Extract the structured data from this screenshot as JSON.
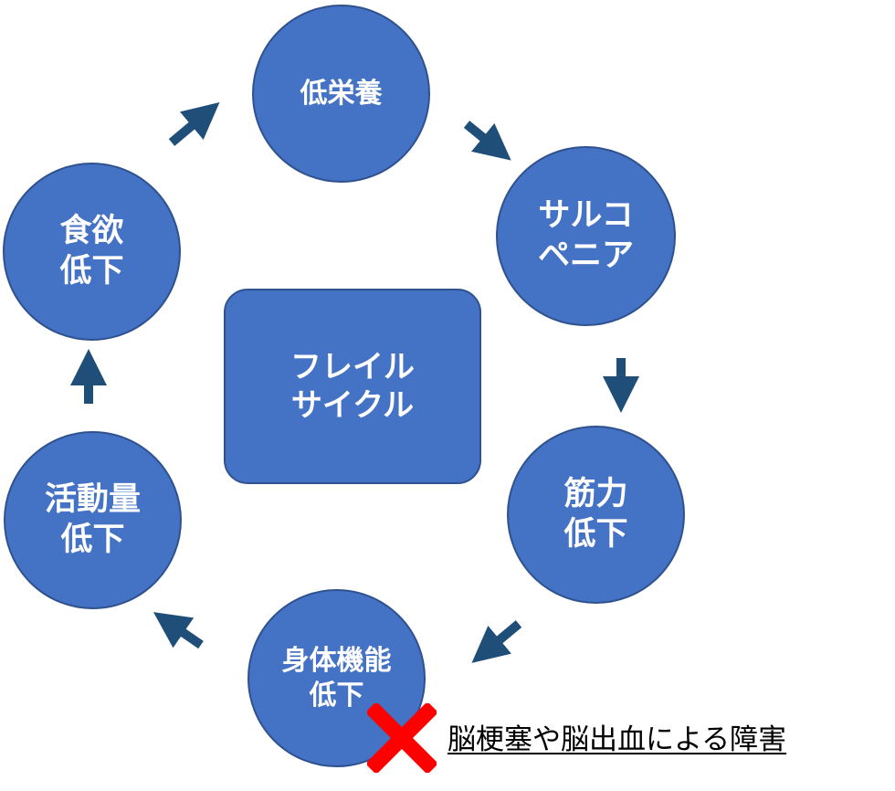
{
  "center": {
    "label": "フレイル\nサイクル"
  },
  "nodes": {
    "low_nutrition": "低栄養",
    "sarcopenia": "サルコ\nペニア",
    "muscle_decline": "筋力\n低下",
    "physical_function_decline": "身体機能\n低下",
    "activity_decline": "活動量\n低下",
    "appetite_decline": "食欲\n低下"
  },
  "note": {
    "text": "脳梗塞や脳出血による障害",
    "marker": "cross-mark-icon"
  },
  "colors": {
    "node_fill": "#4472c4",
    "node_border": "#2f528f",
    "arrow": "#1f4e79",
    "cross": "#ff0000"
  }
}
